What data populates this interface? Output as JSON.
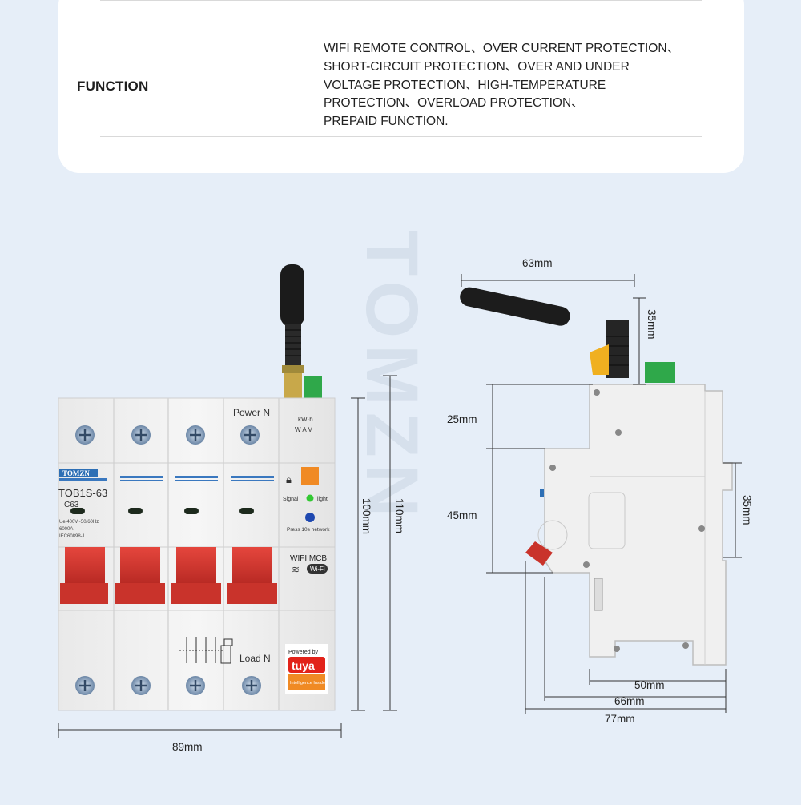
{
  "function_section": {
    "label": "FUNCTION",
    "lines": [
      "WIFI REMOTE CONTROL、OVER CURRENT PROTECTION、",
      "SHORT-CIRCUIT PROTECTION、OVER AND UNDER",
      "VOLTAGE PROTECTION、HIGH-TEMPERATURE",
      "PROTECTION、OVERLOAD PROTECTION、",
      "PREPAID FUNCTION."
    ]
  },
  "watermark": "TOMZN",
  "front_view": {
    "width_dim": "89mm",
    "height_dim_1": "100mm",
    "height_dim_2": "110mm",
    "brand": "TOMZN",
    "model": "TOB1S-63",
    "rating": "C63",
    "spec_line_1": "Ue:400V~50/60Hz",
    "spec_line_2": "6000A",
    "spec_line_3": "IEC60898-1",
    "power_label": "Power N",
    "load_label": "Load N",
    "kwh_label": "kW·h",
    "wav_label": "W A V",
    "signal_label": "Signal",
    "light_label": "light",
    "press_label": "Press 10s network",
    "wifi_mcb": "WIFI  MCB",
    "wifi_badge": "Wi-Fi",
    "powered_by": "Powered by",
    "tuya": "tuya",
    "intelligence": "Intelligence Inside"
  },
  "side_view": {
    "dim_top": "63mm",
    "dim_antenna": "35mm",
    "dim_upper": "25mm",
    "dim_middle": "45mm",
    "dim_right": "35mm",
    "dim_50": "50mm",
    "dim_66": "66mm",
    "dim_77": "77mm"
  },
  "colors": {
    "background": "#e6eef8",
    "handle": "#d23a33",
    "body": "#f2f2f2",
    "brand_blue": "#2d6fb5",
    "led_green": "#32c832",
    "button_orange": "#f08a24",
    "tuya_red": "#e2231a",
    "terminal_green": "#2fa84a"
  }
}
